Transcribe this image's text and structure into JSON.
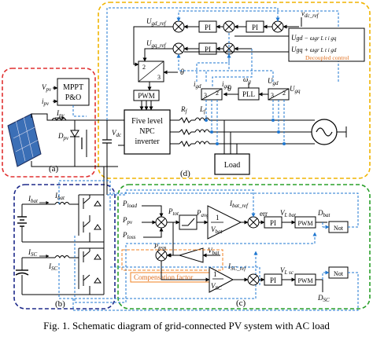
{
  "caption": "Fig. 1. Schematic diagram of grid-connected PV system with AC load",
  "colors": {
    "panel_a_border": "#e03030",
    "panel_b_border": "#1e2a8a",
    "panel_c_border": "#2aa02a",
    "panel_d_border": "#f0b400",
    "signal_blue": "#1f77d0",
    "comp_factor_border": "#f08020",
    "decoupled_text": "#e07020"
  },
  "panel_a": {
    "label": "(a)",
    "mppt_line1": "MPPT",
    "mppt_line2": "P&O",
    "vpv": "V",
    "vpv_sub": "pv",
    "ipv": "i",
    "ipv_sub": "pv",
    "ipv2": "I",
    "ipv2_sub": "pv",
    "dpv": "D",
    "dpv_sub": "pv"
  },
  "panel_b": {
    "label": "(b)",
    "ibat1": "I",
    "ibat1_sub": "bat",
    "ibat2": "I",
    "ibat2_sub": "bat",
    "isc1": "I",
    "isc1_sub": "SC",
    "isc2": "I",
    "isc2_sub": "SC"
  },
  "panel_c": {
    "label": "(c)",
    "pload": "P",
    "pload_sub": "load",
    "ppv": "P",
    "ppv_sub": "pv",
    "ploss": "P",
    "ploss_sub": "loss",
    "ptot": "P",
    "ptot_sub": "tot",
    "pavg": "P",
    "pavg_sub": "avg",
    "ibat_ref": "I",
    "ibat_ref_sub": "bat_ref",
    "vbat_den": "V",
    "vbat_den_sub": "bat",
    "err": "err",
    "pi1": "PI",
    "vl_bat": "V",
    "vl_bat_sub": "L bat",
    "pwm1": "PWM",
    "dbat": "D",
    "dbat_sub": "bat",
    "not1": "Not",
    "prsb": "P",
    "prsb_sub": "RSB",
    "vbat_mid": "V",
    "vbat_mid_sub": "bat",
    "comp_factor": "Compensation factor",
    "one": "1",
    "vsc_den": "V",
    "vsc_den_sub": "SC",
    "isc_ref": "I",
    "isc_ref_sub": "SC_ref",
    "pi2": "PI",
    "vl_sc": "V",
    "vl_sc_sub": "L sc",
    "pwm2": "PWM",
    "dsc": "D",
    "dsc_sub": "SC",
    "not2": "Not"
  },
  "panel_d": {
    "label": "(d)",
    "inverter_line1": "Five level",
    "inverter_line2": "NPC",
    "inverter_line3": "inverter",
    "vdc": "V",
    "vdc_sub": "dc",
    "rf": "R",
    "rf_sub": "f",
    "lf": "L",
    "lf_sub": "f",
    "load": "Load",
    "pwm": "PWM",
    "theta1": "θ",
    "theta2": "θ",
    "pll": "PLL",
    "omega": "ω",
    "omega_sub": "g",
    "box3a": "3",
    "box2a": "2",
    "box3b": "3",
    "box2b": "2",
    "box3c": "3",
    "box2c": "2",
    "igd": "i",
    "igd_sub": "gd",
    "igq": "i",
    "igq_sub": "gq",
    "ugd": "U",
    "ugd_sub": "gd",
    "ugq": "U",
    "ugq_sub": "gq",
    "ugd_ref": "U",
    "ugd_ref_sub": "gd_ref",
    "ugq_ref": "U",
    "ugq_ref_sub": "gq_ref",
    "vdc_ref": "v",
    "vdc_ref_sub": "dc_ref",
    "pi_a": "PI",
    "pi_b": "PI",
    "pi_c": "PI",
    "eq1": "U",
    "eq1_rest": "gd − ω",
    "eq1_tail": "gr L t i gq",
    "eq2": "U",
    "eq2_rest": "gq + ω",
    "eq2_tail": "gr L t i gd",
    "decoupled": "Decoupled control"
  }
}
